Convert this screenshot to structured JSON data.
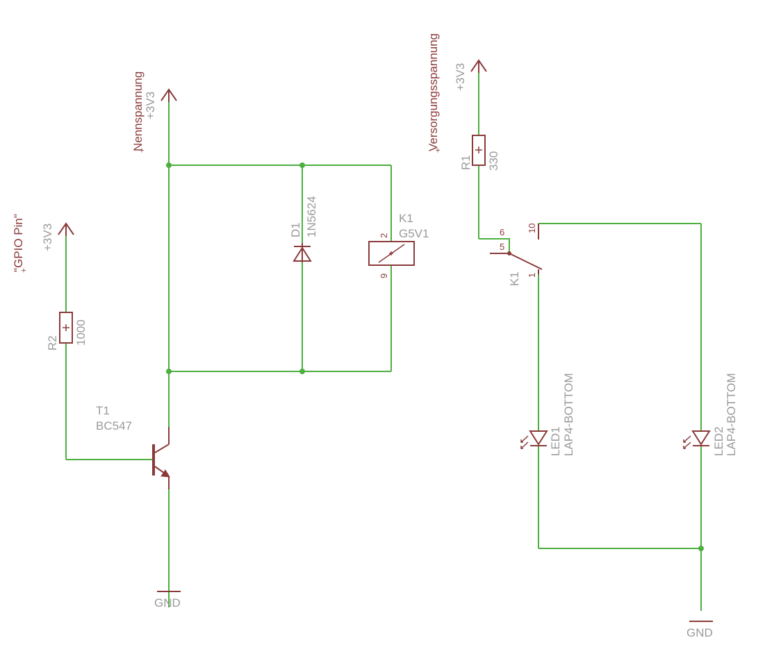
{
  "nets": {
    "gpio": "\"GPIO Pin\"",
    "nenn": "Nennspannung",
    "versorgung": "Versorgungsspannung"
  },
  "supply": {
    "v1": "+3V3",
    "v2": "+3V3",
    "v3": "+3V3"
  },
  "ground": {
    "g1": "GND",
    "g2": "GND"
  },
  "components": {
    "r2": {
      "name": "R2",
      "value": "1000"
    },
    "r1": {
      "name": "R1",
      "value": "330"
    },
    "t1": {
      "name": "T1",
      "value": "BC547"
    },
    "d1": {
      "name": "D1",
      "value": "1N5624"
    },
    "k1coil": {
      "name": "K1",
      "value": "G5V1",
      "pin_top": "2",
      "pin_bottom": "9"
    },
    "k1switch": {
      "name": "K1",
      "pin_6": "6",
      "pin_5": "5",
      "pin_1": "1",
      "pin_10": "10"
    },
    "led1": {
      "name": "LED1",
      "value": "LAP4-BOTTOM"
    },
    "led2": {
      "name": "LED2",
      "value": "LAP4-BOTTOM"
    }
  },
  "marks": {
    "plus": "+"
  },
  "colors": {
    "wire": "#4caf3f",
    "symbol": "#8b3a3a",
    "label": "#9a9a9a"
  }
}
